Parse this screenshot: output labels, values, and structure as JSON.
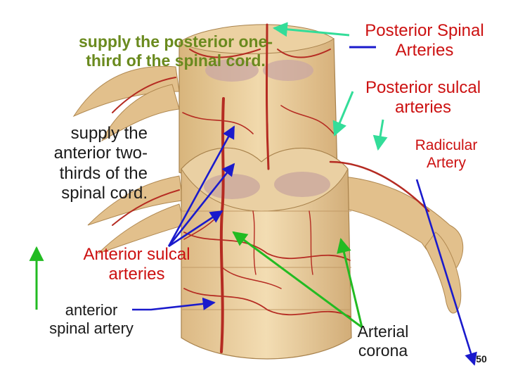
{
  "labels": {
    "posterior_supply": "supply the posterior one-\nthird of the spinal cord.",
    "anterior_supply": "supply the\nanterior two-\nthirds of the\nspinal cord.",
    "anterior_sulcal": "Anterior sulcal\narteries",
    "anterior_spinal": "anterior\nspinal artery",
    "posterior_spinal": "Posterior Spinal\nArteries",
    "posterior_sulcal": "Posterior sulcal\narteries",
    "radicular": "Radicular\nArtery",
    "arterial_corona": "Arterial\ncorona",
    "page_number": "50"
  },
  "colors": {
    "label_green": "#6a8a1e",
    "label_black": "#1a1a1a",
    "label_red": "#cc1111",
    "arrow_blue": "#1a1acc",
    "arrow_green": "#22bb22",
    "arrow_cyan": "#33dd99",
    "vessel_red": "#b52b22",
    "tissue": "#e9cc98"
  }
}
